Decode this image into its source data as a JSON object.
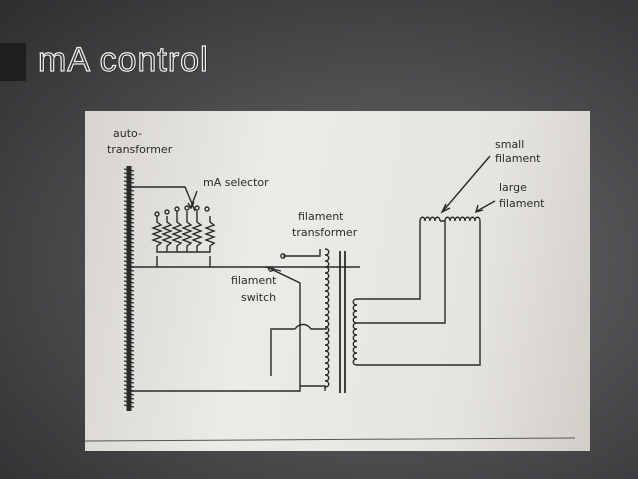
{
  "slide": {
    "title": "mA control"
  },
  "diagram": {
    "labels": {
      "autotransformer_line1": "auto-",
      "autotransformer_line2": "transformer",
      "ma_selector": "mA selector",
      "filament_transformer_line1": "filament",
      "filament_transformer_line2": "transformer",
      "filament_switch_line1": "filament",
      "filament_switch_line2": "switch",
      "small_filament_line1": "small",
      "small_filament_line2": "filament",
      "large_filament_line1": "large",
      "large_filament_line2": "filament"
    }
  },
  "colors": {
    "ink": "#2a2a2a",
    "paper": "#e8e6e1",
    "title_fill": "#3a3a3a",
    "title_outline": "#f4f1ec"
  }
}
